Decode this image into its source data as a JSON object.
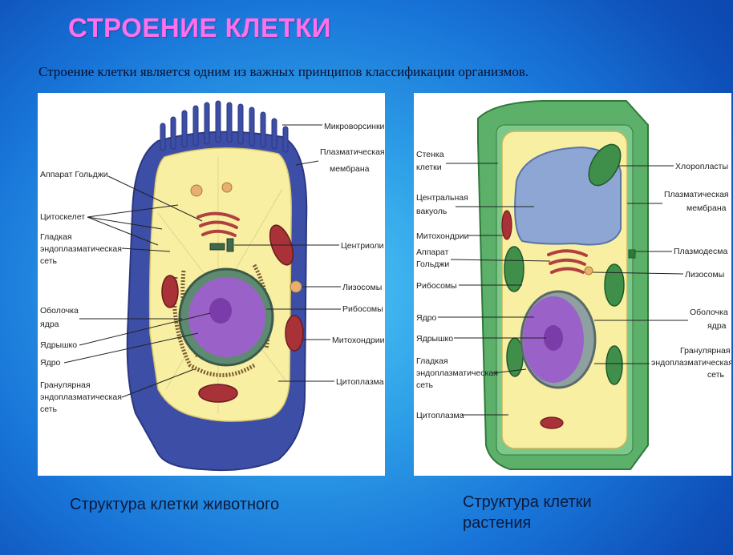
{
  "title": "СТРОЕНИЕ КЛЕТКИ",
  "subtitle": "Строение клетки является одним из важных принципов классификации организмов.",
  "animal": {
    "caption": "Структура клетки животного",
    "labels": {
      "microvilli": "Микроворсинки",
      "plasma_membrane_1": "Плазматическая",
      "plasma_membrane_2": "мембрана",
      "golgi": "Аппарат Гольджи",
      "cytoskeleton": "Цитоскелет",
      "smooth_er_1": "Гладкая",
      "smooth_er_2": "эндоплазматическая",
      "smooth_er_3": "сеть",
      "centrioles": "Центриоли",
      "lysosomes": "Лизосомы",
      "nuclear_envelope_1": "Оболочка",
      "nuclear_envelope_2": "ядра",
      "ribosomes": "Рибосомы",
      "nucleolus": "Ядрышко",
      "mitochondria": "Митохондрии",
      "nucleus": "Ядро",
      "rough_er_1": "Гранулярная",
      "rough_er_2": "эндоплазматическая",
      "rough_er_3": "сеть",
      "cytoplasm": "Цитоплазма"
    }
  },
  "plant": {
    "caption": "Структура клетки растения",
    "labels": {
      "cell_wall_1": "Стенка",
      "cell_wall_2": "клетки",
      "chloroplasts": "Хлоропласты",
      "vacuole_1": "Центральная",
      "vacuole_2": "вакуоль",
      "plasma_membrane_1": "Плазматическая",
      "plasma_membrane_2": "мембрана",
      "mitochondria": "Митохондрии",
      "plasmodesma": "Плазмодесма",
      "golgi_1": "Аппарат",
      "golgi_2": "Гольджи",
      "lysosomes": "Лизосомы",
      "ribosomes": "Рибосомы",
      "nuclear_envelope_1": "Оболочка",
      "nuclear_envelope_2": "ядра",
      "nucleus": "Ядро",
      "nucleolus": "Ядрышко",
      "rough_er_1": "Гранулярная",
      "rough_er_2": "эндоплазматическая",
      "rough_er_3": "сеть",
      "smooth_er_1": "Гладкая",
      "smooth_er_2": "эндоплазматическая",
      "smooth_er_3": "сеть",
      "cytoplasm": "Цитоплазма"
    }
  },
  "colors": {
    "title": "#ff70ea",
    "background_center": "#4fc6f5",
    "background_edge": "#0b47ad",
    "animal_membrane": "#3c4ea6",
    "cytoplasm": "#f8efa2",
    "nucleus": "#9a62c8",
    "mitochondria": "#a83238",
    "plant_wall": "#5db06a",
    "vacuole": "#8ea6d4"
  }
}
